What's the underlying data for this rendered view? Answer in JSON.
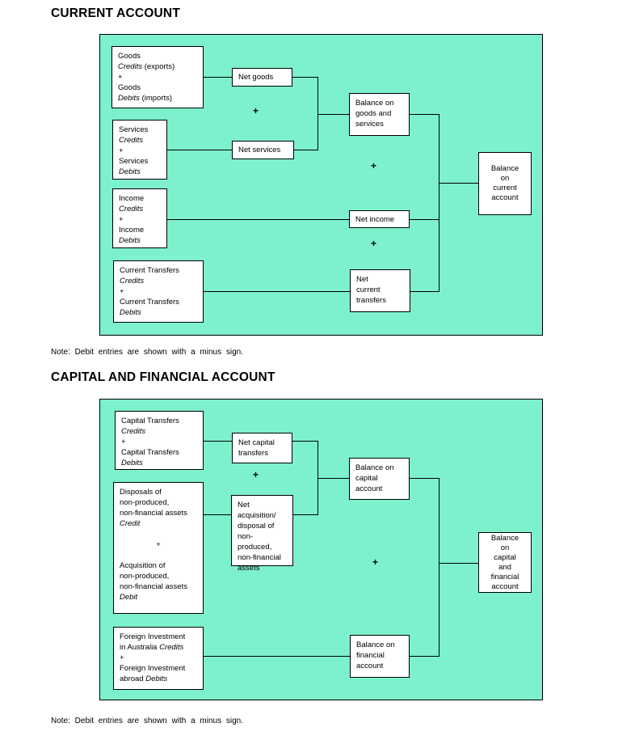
{
  "colors": {
    "panel_bg": "#7DF0CD",
    "line": "#000000",
    "box_bg": "#FFFFFF"
  },
  "plus": "+",
  "current_account": {
    "title": "CURRENT ACCOUNT",
    "note": "Note: Debit entries are shown with a minus sign.",
    "boxes": {
      "goods": [
        {
          "seg": [
            {
              "t": "Goods"
            }
          ]
        },
        {
          "seg": [
            {
              "t": "Credits",
              "i": true
            },
            {
              "t": " (exports)"
            }
          ]
        },
        {
          "seg": [
            {
              "t": "+"
            }
          ]
        },
        {
          "seg": [
            {
              "t": "Goods"
            }
          ]
        },
        {
          "seg": [
            {
              "t": "Debits",
              "i": true
            },
            {
              "t": " (imports)"
            }
          ]
        }
      ],
      "services": [
        {
          "seg": [
            {
              "t": "Services"
            }
          ]
        },
        {
          "seg": [
            {
              "t": "Credits",
              "i": true
            }
          ]
        },
        {
          "seg": [
            {
              "t": "+"
            }
          ]
        },
        {
          "seg": [
            {
              "t": "Services"
            }
          ]
        },
        {
          "seg": [
            {
              "t": "Debits",
              "i": true
            }
          ]
        }
      ],
      "income": [
        {
          "seg": [
            {
              "t": "Income"
            }
          ]
        },
        {
          "seg": [
            {
              "t": "Credits",
              "i": true
            }
          ]
        },
        {
          "seg": [
            {
              "t": "+"
            }
          ]
        },
        {
          "seg": [
            {
              "t": "Income"
            }
          ]
        },
        {
          "seg": [
            {
              "t": "Debits",
              "i": true
            }
          ]
        }
      ],
      "current_transfers": [
        {
          "seg": [
            {
              "t": "Current Transfers"
            }
          ]
        },
        {
          "seg": [
            {
              "t": "Credits",
              "i": true
            }
          ]
        },
        {
          "seg": [
            {
              "t": "+"
            }
          ]
        },
        {
          "seg": [
            {
              "t": "Current Transfers"
            }
          ]
        },
        {
          "seg": [
            {
              "t": "Debits",
              "i": true
            }
          ]
        }
      ],
      "net_goods": [
        {
          "seg": [
            {
              "t": "Net goods"
            }
          ]
        }
      ],
      "net_services": [
        {
          "seg": [
            {
              "t": "Net services"
            }
          ]
        }
      ],
      "net_income": [
        {
          "seg": [
            {
              "t": "Net income"
            }
          ]
        }
      ],
      "net_current_transfers": [
        {
          "seg": [
            {
              "t": "Net"
            }
          ]
        },
        {
          "seg": [
            {
              "t": "current"
            }
          ]
        },
        {
          "seg": [
            {
              "t": "transfers"
            }
          ]
        }
      ],
      "balance_goods_services": [
        {
          "seg": [
            {
              "t": "Balance on"
            }
          ]
        },
        {
          "seg": [
            {
              "t": "goods and"
            }
          ]
        },
        {
          "seg": [
            {
              "t": "services"
            }
          ]
        }
      ],
      "balance_current_account": [
        {
          "seg": [
            {
              "t": "Balance"
            }
          ]
        },
        {
          "seg": [
            {
              "t": "on"
            }
          ]
        },
        {
          "seg": [
            {
              "t": "current"
            }
          ]
        },
        {
          "seg": [
            {
              "t": "account"
            }
          ]
        }
      ]
    }
  },
  "capital_financial_account": {
    "title": "CAPITAL AND FINANCIAL ACCOUNT",
    "note": "Note: Debit entries are shown with a minus sign.",
    "boxes": {
      "capital_transfers": [
        {
          "seg": [
            {
              "t": "Capital Transfers"
            }
          ]
        },
        {
          "seg": [
            {
              "t": "Credits",
              "i": true
            }
          ]
        },
        {
          "seg": [
            {
              "t": "+"
            }
          ]
        },
        {
          "seg": [
            {
              "t": "Capital Transfers"
            }
          ]
        },
        {
          "seg": [
            {
              "t": "Debits",
              "i": true
            }
          ]
        }
      ],
      "disposals": [
        {
          "seg": [
            {
              "t": "Disposals of"
            }
          ]
        },
        {
          "seg": [
            {
              "t": "non-produced,"
            }
          ]
        },
        {
          "seg": [
            {
              "t": "non-financial assets"
            }
          ]
        },
        {
          "seg": [
            {
              "t": "Credit",
              "i": true
            }
          ]
        },
        {
          "seg": []
        },
        {
          "seg": [
            {
              "t": "+"
            }
          ],
          "c": true
        },
        {
          "seg": []
        },
        {
          "seg": [
            {
              "t": "Acquisition of"
            }
          ]
        },
        {
          "seg": [
            {
              "t": "non-produced,"
            }
          ]
        },
        {
          "seg": [
            {
              "t": "non-financial assets"
            }
          ]
        },
        {
          "seg": [
            {
              "t": "Debit",
              "i": true
            }
          ]
        }
      ],
      "foreign_investment": [
        {
          "seg": [
            {
              "t": "Foreign Investment"
            }
          ]
        },
        {
          "seg": [
            {
              "t": "in Australia "
            },
            {
              "t": "Credits",
              "i": true
            }
          ]
        },
        {
          "seg": [
            {
              "t": "+"
            }
          ]
        },
        {
          "seg": [
            {
              "t": "Foreign Investment"
            }
          ]
        },
        {
          "seg": [
            {
              "t": "abroad "
            },
            {
              "t": "Debits",
              "i": true
            }
          ]
        }
      ],
      "net_capital_transfers": [
        {
          "seg": [
            {
              "t": "Net capital"
            }
          ]
        },
        {
          "seg": [
            {
              "t": "transfers"
            }
          ]
        }
      ],
      "net_acquisition": [
        {
          "seg": [
            {
              "t": "Net"
            }
          ]
        },
        {
          "seg": [
            {
              "t": "acquisition/"
            }
          ]
        },
        {
          "seg": [
            {
              "t": "disposal of"
            }
          ]
        },
        {
          "seg": [
            {
              "t": "non-produced,"
            }
          ]
        },
        {
          "seg": [
            {
              "t": "non-financial"
            }
          ]
        },
        {
          "seg": [
            {
              "t": "assets"
            }
          ]
        }
      ],
      "balance_capital_account": [
        {
          "seg": [
            {
              "t": "Balance on"
            }
          ]
        },
        {
          "seg": [
            {
              "t": "capital"
            }
          ]
        },
        {
          "seg": [
            {
              "t": "account"
            }
          ]
        }
      ],
      "balance_capital_financial": [
        {
          "seg": [
            {
              "t": "Balance"
            }
          ]
        },
        {
          "seg": [
            {
              "t": "on"
            }
          ]
        },
        {
          "seg": [
            {
              "t": "capital"
            }
          ]
        },
        {
          "seg": [
            {
              "t": "and"
            }
          ]
        },
        {
          "seg": [
            {
              "t": "financial"
            }
          ]
        },
        {
          "seg": [
            {
              "t": "account"
            }
          ]
        }
      ],
      "balance_financial_account": [
        {
          "seg": [
            {
              "t": "Balance on"
            }
          ]
        },
        {
          "seg": [
            {
              "t": "financial"
            }
          ]
        },
        {
          "seg": [
            {
              "t": "account"
            }
          ]
        }
      ]
    }
  }
}
